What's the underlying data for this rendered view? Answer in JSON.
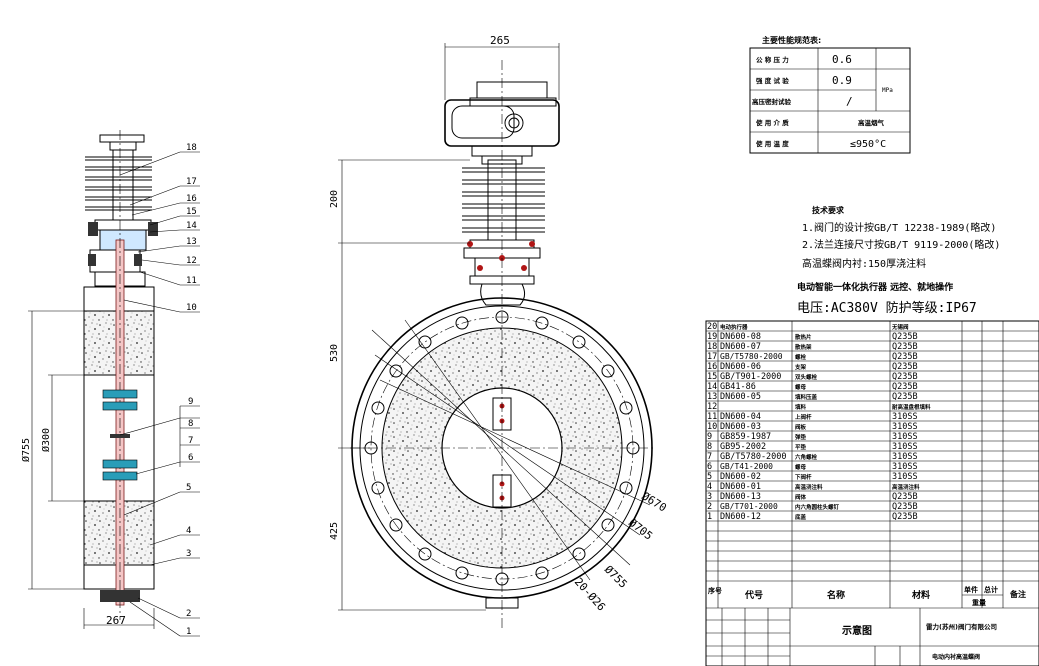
{
  "perf_table": {
    "title": "主要性能规范表:",
    "rows": [
      {
        "label": "公 称 压 力",
        "value": "0.6"
      },
      {
        "label": "强 度 试 验",
        "value": "0.9"
      },
      {
        "label": "高压密封试验",
        "value": "/"
      },
      {
        "label": "使 用 介 质",
        "value": "高温烟气"
      },
      {
        "label": "使 用 温 度",
        "value": "≤950°C"
      }
    ],
    "unit": "MPa"
  },
  "tech_req": {
    "title": "技术要求",
    "line1": "1.阀门的设计按GB/T 12238-1989(略改)",
    "line2": "2.法兰连接尺寸按GB/T 9119-2000(略改)",
    "line3": "高温蝶阀内衬:150厚浇注料",
    "line4": "电动智能一体化执行器  远控、就地操作",
    "line5": "电压:AC380V  防护等级:IP67"
  },
  "dimensions": {
    "top_width": "265",
    "h200": "200",
    "h530": "530",
    "h425": "425",
    "d755_left": "Ø755",
    "d300": "Ø300",
    "bottom_267": "267",
    "d670": "Ø670",
    "d705": "Ø705",
    "d755": "Ø755",
    "holes": "20-Ø26"
  },
  "balloons": [
    "18",
    "17",
    "16",
    "15",
    "14",
    "13",
    "12",
    "11",
    "10",
    "9",
    "8",
    "7",
    "6",
    "5",
    "4",
    "3",
    "2",
    "1"
  ],
  "bom": {
    "rows": [
      {
        "no": "20",
        "code": "电动执行器",
        "name": "",
        "material": "无锡阀"
      },
      {
        "no": "19",
        "code": "DN600-08",
        "name": "散热片",
        "material": "Q235B"
      },
      {
        "no": "18",
        "code": "DN600-07",
        "name": "散热架",
        "material": "Q235B"
      },
      {
        "no": "17",
        "code": "GB/T5780-2000",
        "name": "螺栓",
        "material": "Q235B"
      },
      {
        "no": "16",
        "code": "DN600-06",
        "name": "支架",
        "material": "Q235B"
      },
      {
        "no": "15",
        "code": "GB/T901-2000",
        "name": "双头螺栓",
        "material": "Q235B"
      },
      {
        "no": "14",
        "code": "GB41-86",
        "name": "螺母",
        "material": "Q235B"
      },
      {
        "no": "13",
        "code": "DN600-05",
        "name": "填料压盖",
        "material": "Q235B"
      },
      {
        "no": "12",
        "code": "",
        "name": "填料",
        "material": "耐高温盘根填料"
      },
      {
        "no": "11",
        "code": "DN600-04",
        "name": "上阀杆",
        "material": "310SS"
      },
      {
        "no": "10",
        "code": "DN600-03",
        "name": "阀板",
        "material": "310SS"
      },
      {
        "no": "9",
        "code": "GB859-1987",
        "name": "弹垫",
        "material": "310SS"
      },
      {
        "no": "8",
        "code": "GB95-2002",
        "name": "平垫",
        "material": "310SS"
      },
      {
        "no": "7",
        "code": "GB/T5780-2000",
        "name": "六角螺栓",
        "material": "310SS"
      },
      {
        "no": "6",
        "code": "GB/T41-2000",
        "name": "螺母",
        "material": "310SS"
      },
      {
        "no": "5",
        "code": "DN600-02",
        "name": "下阀杆",
        "material": "310SS"
      },
      {
        "no": "4",
        "code": "DN600-01",
        "name": "高温浇注料",
        "material": "高温浇注料"
      },
      {
        "no": "3",
        "code": "DN600-13",
        "name": "阀体",
        "material": "Q235B"
      },
      {
        "no": "2",
        "code": "GB/T701-2000",
        "name": "内六角圆柱头螺钉",
        "material": "Q235B"
      },
      {
        "no": "1",
        "code": "DN600-12",
        "name": "底盖",
        "material": "Q235B"
      }
    ],
    "header": {
      "seq": "序号",
      "code": "代号",
      "name": "名称",
      "material": "材料",
      "unit": "单件",
      "total": "总计",
      "weight": "重量",
      "remark": "备注"
    }
  },
  "title_block": {
    "drawing": "示意图",
    "company": "雷力(苏州)阀门有限公司",
    "product": "电动内衬高温蝶阀"
  }
}
